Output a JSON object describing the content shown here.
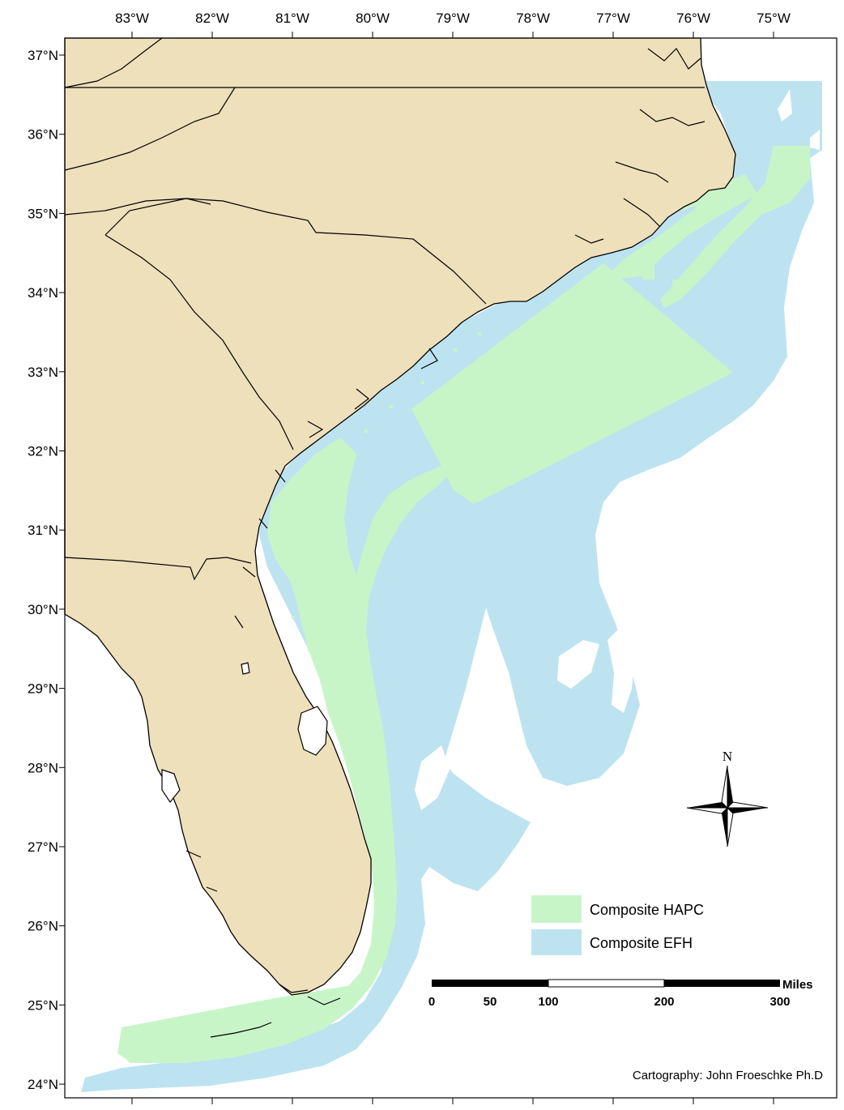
{
  "map": {
    "longitude_labels": [
      "83°W",
      "82°W",
      "81°W",
      "80°W",
      "79°W",
      "78°W",
      "77°W",
      "76°W",
      "75°W"
    ],
    "latitude_labels": [
      "37°N",
      "36°N",
      "35°N",
      "34°N",
      "33°N",
      "32°N",
      "31°N",
      "30°N",
      "29°N",
      "28°N",
      "27°N",
      "26°N",
      "25°N",
      "24°N"
    ],
    "colors": {
      "land": "#EFE0BC",
      "hapc": "#C8F5C8",
      "efh": "#BDE3F0",
      "border": "#000000",
      "water": "#FFFFFF"
    }
  },
  "legend": {
    "items": [
      {
        "label": "Composite HAPC",
        "color": "#C8F5C8"
      },
      {
        "label": "Composite EFH",
        "color": "#BDE3F0"
      }
    ]
  },
  "scale_bar": {
    "unit": "Miles",
    "labels": [
      "0",
      "50",
      "100",
      "200",
      "300"
    ]
  },
  "compass": {
    "label": "N"
  },
  "credit": "Cartography: John Froeschke Ph.D"
}
